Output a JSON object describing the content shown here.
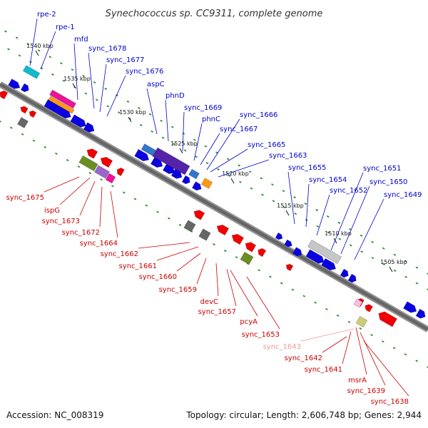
{
  "title": "Synechococcus sp. CC9311, complete genome",
  "accession": "Accession: NC_008319",
  "topology": "Topology: circular; Length: 2,606,748 bp; Genes: 2,944",
  "colors": {
    "backbone": "#666666",
    "backbone_edge": "#9a9a9a",
    "dots": "#2e8b2e",
    "forward_label": "#0000cc",
    "reverse_label": "#cc0000",
    "pseudo_label": "#ee9999",
    "tick": "#111111"
  },
  "kbp_ticks": [
    "1540 kbp",
    "1535 kbp",
    "1530 kbp",
    "1525 kbp",
    "1520 kbp",
    "1515 kbp",
    "1510 kbp",
    "1505 kbp"
  ],
  "forward_labels": [
    "rpe-2",
    "rpe-1",
    "mfd",
    "sync_1678",
    "sync_1677",
    "sync_1676",
    "aspC",
    "phnD",
    "sync_1669",
    "phnC",
    "sync_1667",
    "sync_1666",
    "sync_1665",
    "sync_1663",
    "sync_1655",
    "sync_1654",
    "sync_1652",
    "sync_1651",
    "sync_1650",
    "sync_1649"
  ],
  "reverse_labels": [
    "sync_1675",
    "ispG",
    "sync_1673",
    "sync_1672",
    "sync_1664",
    "sync_1662",
    "sync_1661",
    "sync_1660",
    "sync_1659",
    "devC",
    "sync_1657",
    "pcyA",
    "sync_1653",
    "sync_1643",
    "sync_1642",
    "sync_1641",
    "msrA",
    "sync_1639",
    "sync_1638"
  ],
  "pseudo_labels": [
    "sync_1643"
  ]
}
